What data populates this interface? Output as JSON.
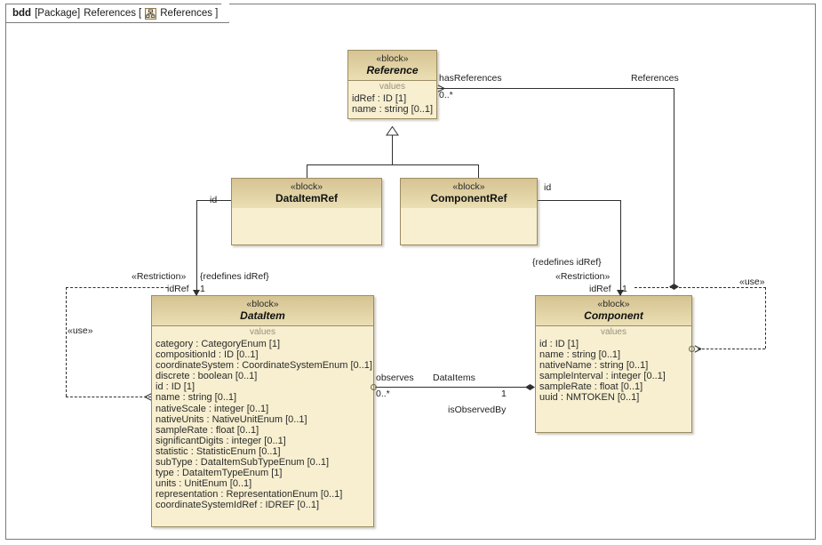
{
  "frame": {
    "keyword": "bdd",
    "package_tag": "[Package]",
    "package_name": "References",
    "bracket_open": "[",
    "diagram_icon": "bdd-diagram-icon",
    "diagram_name": "References",
    "bracket_close": "]"
  },
  "blocks": {
    "reference": {
      "stereotype": "«block»",
      "name": "Reference",
      "compartment": "values",
      "attributes": [
        "idRef : ID [1]",
        "name : string [0..1]"
      ]
    },
    "dataitemref": {
      "stereotype": "«block»",
      "name": "DataItemRef",
      "compartment": "",
      "attributes": []
    },
    "componentref": {
      "stereotype": "«block»",
      "name": "ComponentRef",
      "compartment": "",
      "attributes": []
    },
    "dataitem": {
      "stereotype": "«block»",
      "name": "DataItem",
      "compartment": "values",
      "attributes": [
        "category : CategoryEnum [1]",
        "compositionId : ID [0..1]",
        "coordinateSystem : CoordinateSystemEnum [0..1]",
        "discrete : boolean [0..1]",
        "id : ID [1]",
        "name : string [0..1]",
        "nativeScale : integer [0..1]",
        "nativeUnits : NativeUnitEnum [0..1]",
        "sampleRate : float [0..1]",
        "significantDigits : integer [0..1]",
        "statistic : StatisticEnum [0..1]",
        "subType : DataItemSubTypeEnum [0..1]",
        "type : DataItemTypeEnum [1]",
        "units : UnitEnum [0..1]",
        "representation : RepresentationEnum [0..1]",
        "coordinateSystemIdRef : IDREF [0..1]"
      ]
    },
    "component": {
      "stereotype": "«block»",
      "name": "Component",
      "compartment": "values",
      "attributes": [
        "id : ID [1]",
        "name : string [0..1]",
        "nativeName : string [0..1]",
        "sampleInterval : integer [0..1]",
        "sampleRate : float [0..1]",
        "uuid : NMTOKEN [0..1]"
      ]
    }
  },
  "connectors": {
    "has_references_role": "hasReferences",
    "has_references_mult": "0..*",
    "references_label": "References",
    "dataitemref_id_role": "id",
    "componentref_id_role": "id",
    "left_restriction": "«Restriction»",
    "left_redefines": "{redefines idRef}",
    "left_idref_role": "idRef",
    "left_idref_mult": "1",
    "right_restriction": "«Restriction»",
    "right_redefines": "{redefines idRef}",
    "right_idref_role": "idRef",
    "right_idref_mult": "1",
    "use_left": "«use»",
    "use_right": "«use»",
    "observes_role": "observes",
    "observes_mult": "0..*",
    "dataitems_label": "DataItems",
    "dataitems_mult": "1",
    "is_observed_by_label": "isObservedBy"
  },
  "colors": {
    "block_fill": "#f7efd0",
    "block_header": "#d6c392",
    "block_border": "#9a8c63",
    "line": "#2f2f2f",
    "compartment_title": "#9a9079"
  }
}
